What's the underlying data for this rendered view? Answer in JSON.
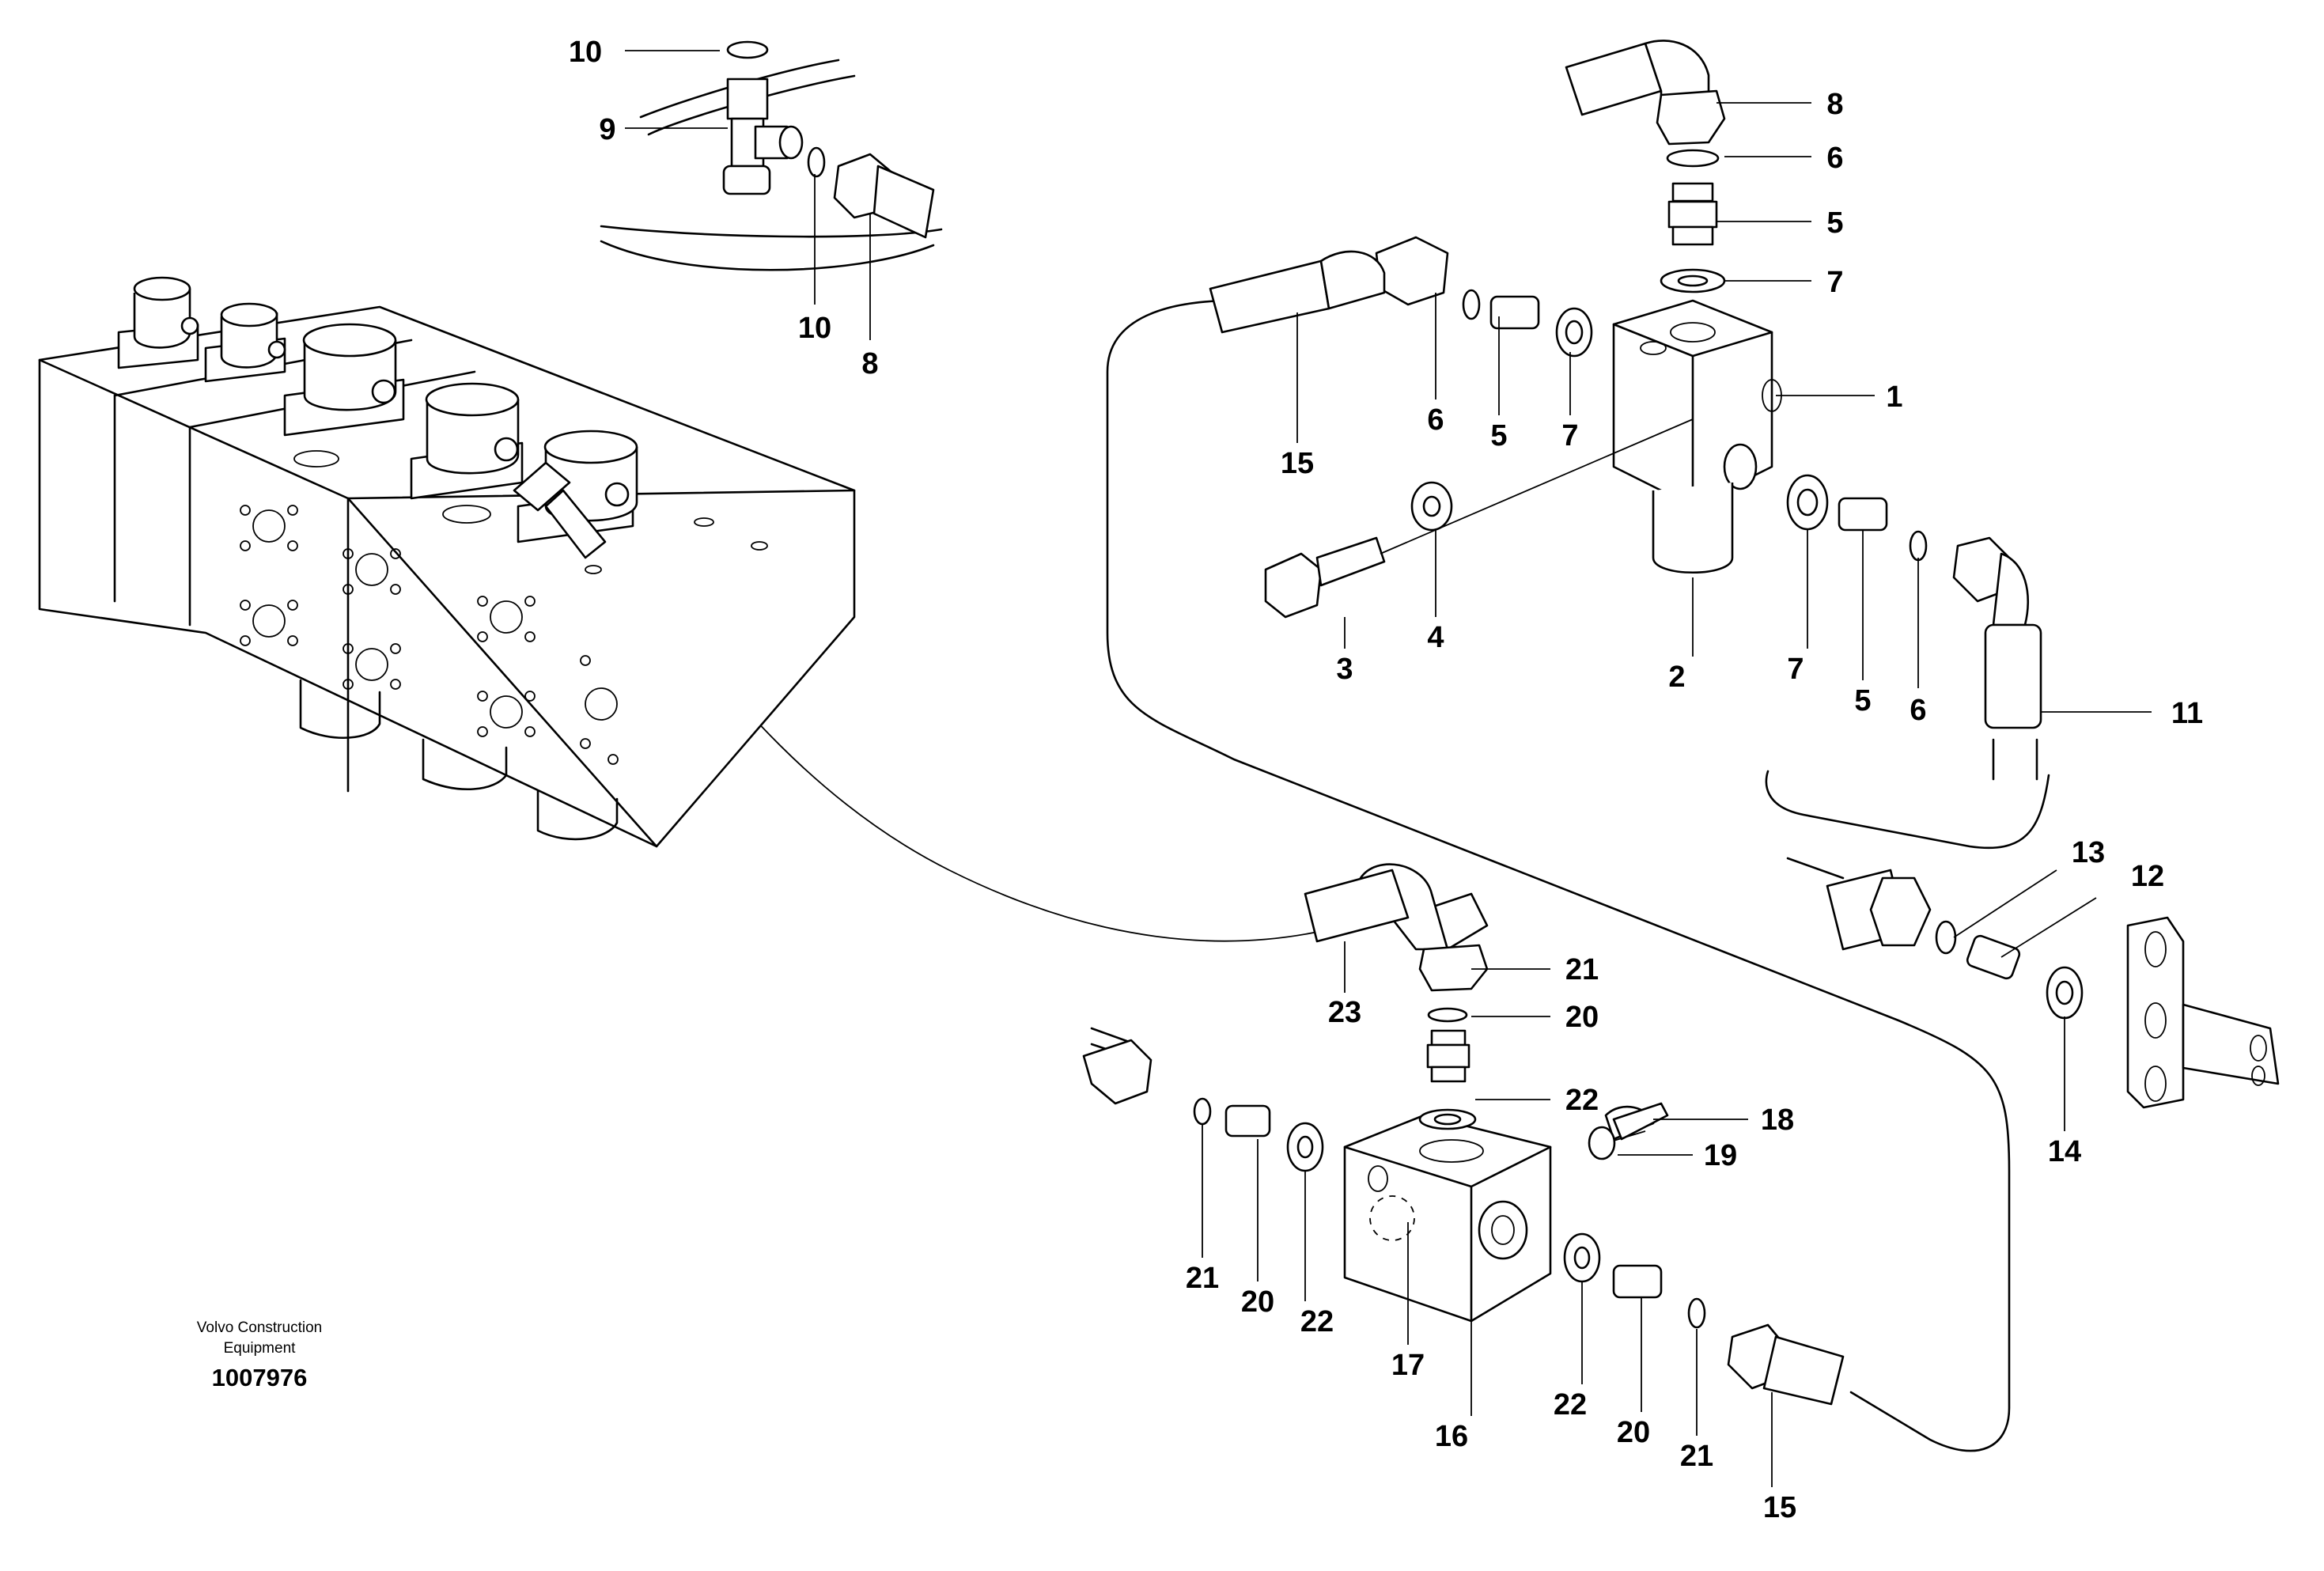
{
  "brand": {
    "line1": "Volvo Construction",
    "line2": "Equipment"
  },
  "document_number": "1007976",
  "callouts": {
    "c1": "1",
    "c2": "2",
    "c3": "3",
    "c4": "4",
    "c5": "5",
    "c6": "6",
    "c7": "7",
    "c8": "8",
    "c9": "9",
    "c10": "10",
    "c11": "11",
    "c12": "12",
    "c13": "13",
    "c14": "14",
    "c15": "15",
    "c16": "16",
    "c17": "17",
    "c18": "18",
    "c19": "19",
    "c20": "20",
    "c21": "21",
    "c22": "22",
    "c23": "23"
  }
}
